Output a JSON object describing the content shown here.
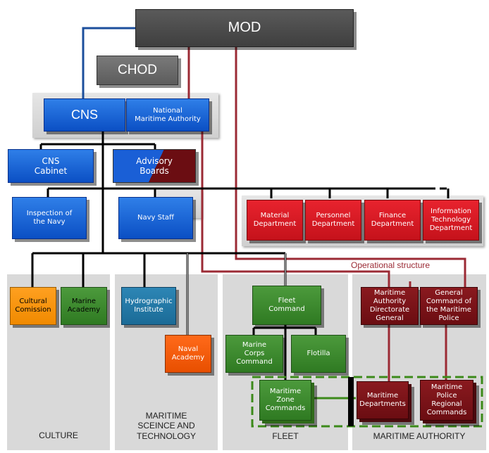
{
  "nodes": {
    "mod": "MOD",
    "chod": "CHOD",
    "cns": "CNS",
    "nma": "National\nMaritime Authority",
    "cns_cabinet": "CNS\nCabinet",
    "advisory_boards": "Advisory\nBoards",
    "inspection": "Inspection of\nthe Navy",
    "navy_staff": "Navy Staff",
    "material": "Material\nDepartment",
    "personnel": "Personnel\nDepartment",
    "finance": "Finance\nDepartment",
    "it": "Information\nTechnology\nDepartment",
    "cultural": "Cultural\nComission",
    "marine_academy": "Marine\nAcademy",
    "hydrographic": "Hydrographic\nInstitute",
    "naval_academy": "Naval\nAcademy",
    "fleet_command": "Fleet\nCommand",
    "marine_corps": "Marine\nCorps\nCommand",
    "flotilla": "Flotilla",
    "maritime_zone": "Maritime\nZone\nCommands",
    "mad": "Maritime\nAuthority\nDirectorate\nGeneral",
    "gcmp": "General\nCommand of\nthe Maritime\nPolice",
    "maritime_departments": "Maritime\nDepartments",
    "mprc": "Maritime\nPolice\nRegional\nCommands"
  },
  "sections": {
    "culture": "CULTURE",
    "science": "MARITIME\nSCEINCE AND\nTECHNOLOGY",
    "fleet": "FLEET",
    "maritime_authority": "MARITIME AUTHORITY"
  },
  "annotation": "Operational structure",
  "colors": {
    "blue": "#0b4fc4",
    "red": "#c5121b",
    "dark_red": "#6b0d12",
    "green": "#2f7a22",
    "grey": "#5c5c5c",
    "maroon_line": "#9b2a34",
    "blue_line": "#1c4f9c",
    "green_dashed": "#3c8a1a"
  }
}
